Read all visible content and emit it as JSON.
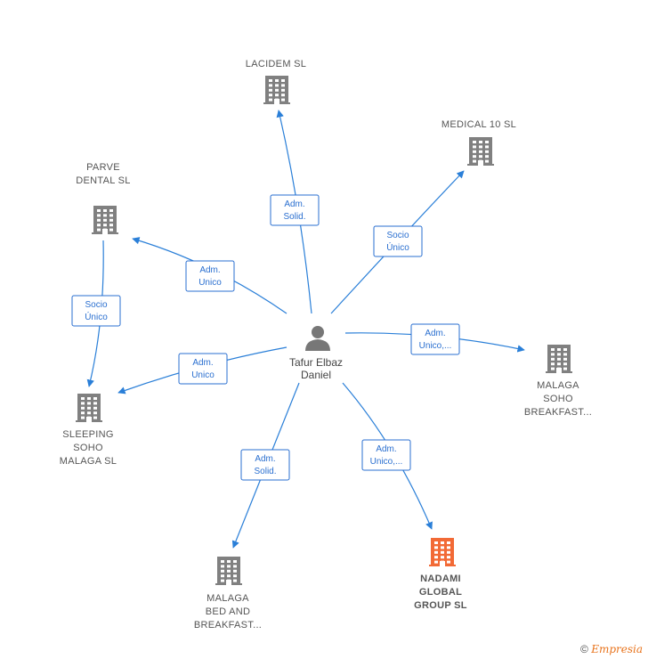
{
  "center": {
    "name_lines": [
      "Tafur Elbaz",
      "Daniel"
    ]
  },
  "companies": {
    "lacidem": {
      "lines": [
        "LACIDEM  SL"
      ]
    },
    "medical": {
      "lines": [
        "MEDICAL 10 SL"
      ]
    },
    "parve": {
      "lines": [
        "PARVE",
        "DENTAL  SL"
      ]
    },
    "malaga_soho": {
      "lines": [
        "MALAGA",
        "SOHO",
        "BREAKFAST..."
      ]
    },
    "sleeping": {
      "lines": [
        "SLEEPING",
        "SOHO",
        "MALAGA  SL"
      ]
    },
    "nadami": {
      "lines": [
        "NADAMI",
        "GLOBAL",
        "GROUP  SL"
      ],
      "highlight": true
    },
    "malaga_bed": {
      "lines": [
        "MALAGA",
        "BED AND",
        "BREAKFAST..."
      ]
    }
  },
  "edges": {
    "lacidem": [
      "Adm.",
      "Solid."
    ],
    "medical": [
      "Socio",
      "Único"
    ],
    "parve": [
      "Adm.",
      "Unico"
    ],
    "malaga_soho": [
      "Adm.",
      "Unico,..."
    ],
    "sleeping": [
      "Adm.",
      "Unico"
    ],
    "nadami": [
      "Adm.",
      "Unico,..."
    ],
    "malaga_bed": [
      "Adm.",
      "Solid."
    ],
    "parve_sleeping": [
      "Socio",
      "Único"
    ]
  },
  "colors": {
    "building": "#808080",
    "highlight_building": "#f26a36",
    "edge": "#2a7fd8"
  },
  "footer": {
    "copyright": "©",
    "brand": "Empresia"
  }
}
